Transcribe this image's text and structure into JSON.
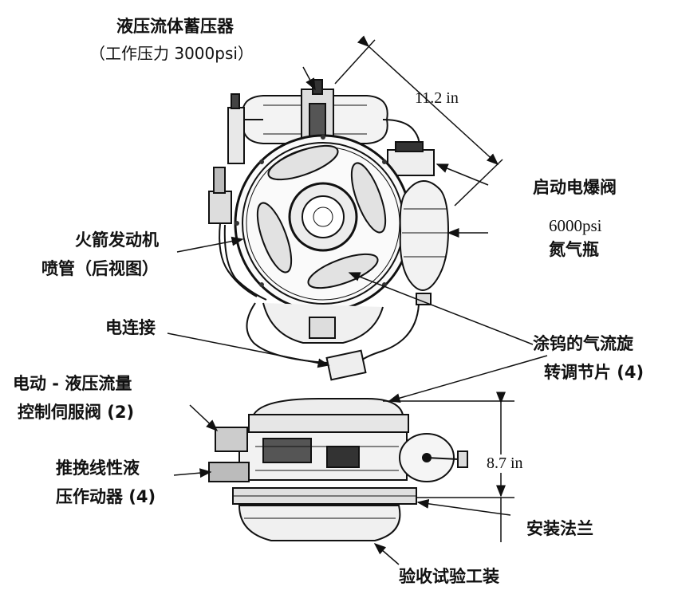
{
  "labels": {
    "accumulator_line1": "液压流体蓄压器",
    "accumulator_line2": "（工作压力 3000psi）",
    "dim_top": "11.2 in",
    "squib_valve": "启动电爆阀",
    "nitrogen_line1": "6000psi",
    "nitrogen_line2": "氮气瓶",
    "nozzle_line1": "火箭发动机",
    "nozzle_line2": "喷管（后视图）",
    "electrical": "电连接",
    "vanes_line1": "涂钨的气流旋",
    "vanes_line2": "转调节片 (4)",
    "servo_line1": "电动 - 液压流量",
    "servo_line2": "控制伺服阀 (2)",
    "actuator_line1": "推挽线性液",
    "actuator_line2": "压作动器 (4)",
    "dim_side": "8.7 in",
    "flange": "安装法兰",
    "fixture": "验收试验工装"
  }
}
